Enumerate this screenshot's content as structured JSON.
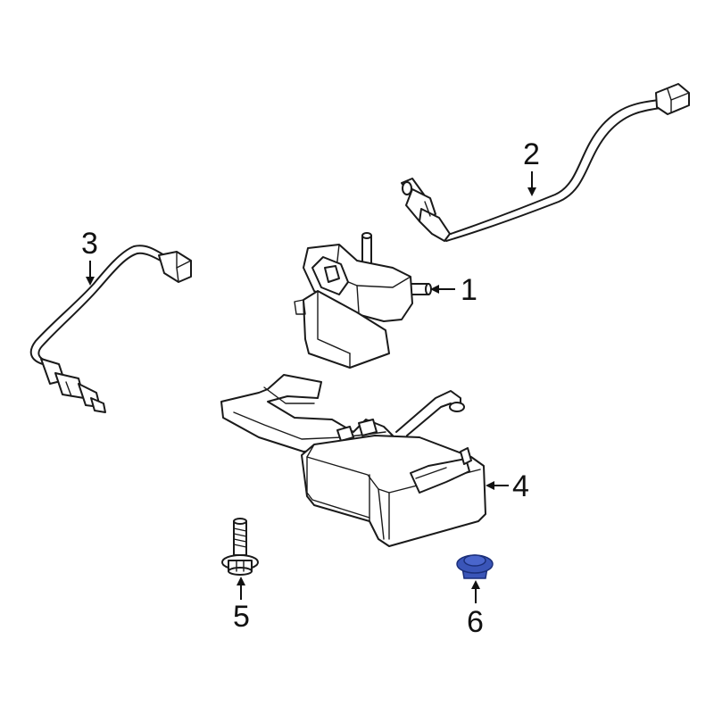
{
  "callouts": [
    {
      "id": "1",
      "label": "1"
    },
    {
      "id": "2",
      "label": "2"
    },
    {
      "id": "3",
      "label": "3"
    },
    {
      "id": "4",
      "label": "4"
    },
    {
      "id": "5",
      "label": "5"
    },
    {
      "id": "6",
      "label": "6"
    }
  ],
  "highlight_color": "#3a55b8",
  "highlight_stroke": "#1b2f7a",
  "line_color": "#1a1a1a"
}
